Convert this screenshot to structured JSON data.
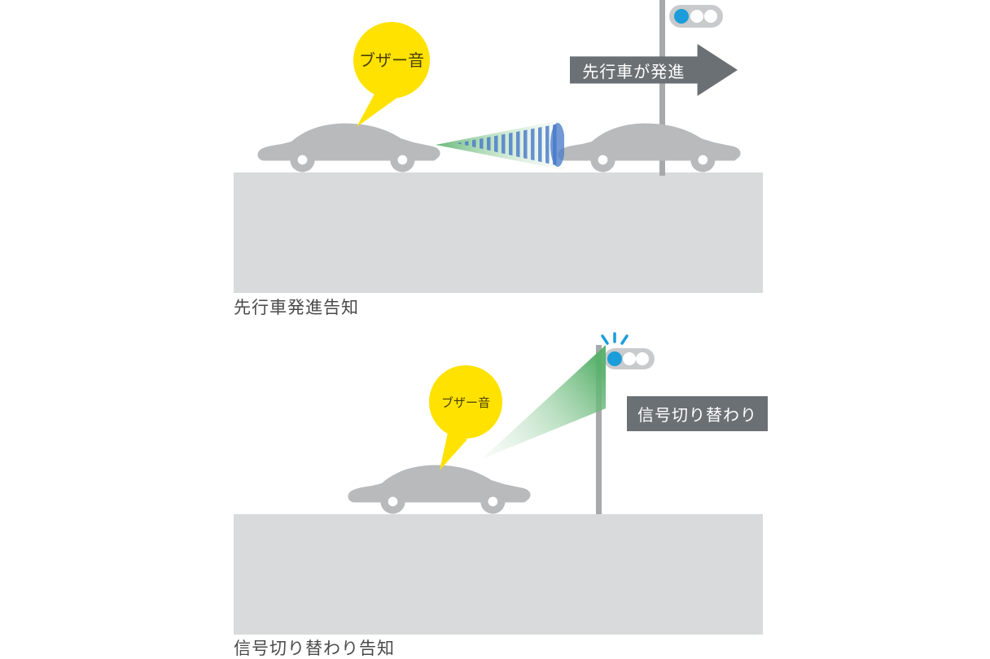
{
  "page": {
    "background": "#ffffff"
  },
  "colors": {
    "bubble_yellow": "#ffe200",
    "bubble_text": "#4a4000",
    "car_gray": "#b8babc",
    "ground_gray": "#d9dadb",
    "pole_gray": "#a7a9ab",
    "signal_housing_gray": "#c8cacc",
    "signal_lit_blue": "#1b9dd9",
    "beam_green": "#57b06a",
    "stripe_blue": "#4678c8",
    "dark_label_gray": "#6b7074",
    "caption_gray": "#4a4a4a"
  },
  "panel_top": {
    "bubble_label": "ブザー音",
    "arrow_label": "先行車が発進",
    "caption": "先行車発進告知"
  },
  "panel_bottom": {
    "bubble_label": "ブザー音",
    "signal_label": "信号切り替わり",
    "caption": "信号切り替わり告知"
  }
}
